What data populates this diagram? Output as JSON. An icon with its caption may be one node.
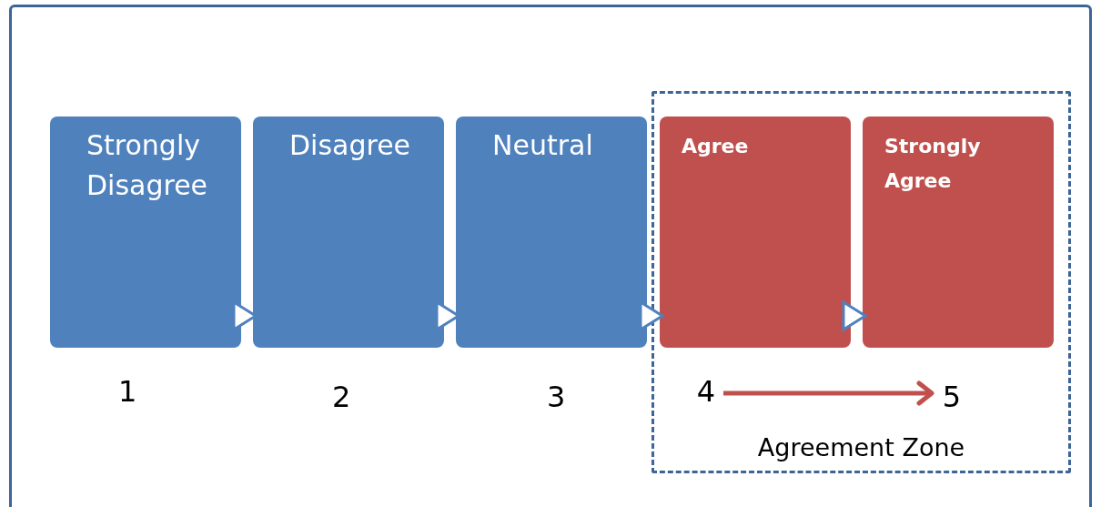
{
  "diagram": {
    "nodes": [
      {
        "text": [
          "Strongly Disagree"
        ]
      },
      {
        "text": [
          "Disagree"
        ]
      },
      {
        "text": [
          "Neutral"
        ]
      },
      {
        "text": [
          "Agreement Zone"
        ]
      },
      {
        "text": [
          "Agree"
        ],
        "in": 3
      },
      {
        "text": [
          "Strongly Agree"
        ],
        "in": 3
      },
      {
        "text": [
          "4"
        ],
        "in": 3
      },
      {
        "text": [
          "5"
        ],
        "in": 3
      }
    ],
    "edges": [
      {
        "from": 0,
        "to": 1,
        "arrow": "to"
      },
      {
        "from": 1,
        "to": 2,
        "arrow": "to"
      },
      {
        "from": 2,
        "to": 4,
        "arrow": "to"
      },
      {
        "from": 4,
        "to": 5,
        "arrow": "to"
      },
      {
        "from": 6,
        "to": 7,
        "arrow": "to",
        "style": "thick",
        "color": "#c0504d"
      }
    ],
    "labels": [
      "1",
      "2",
      "3"
    ]
  }
}
